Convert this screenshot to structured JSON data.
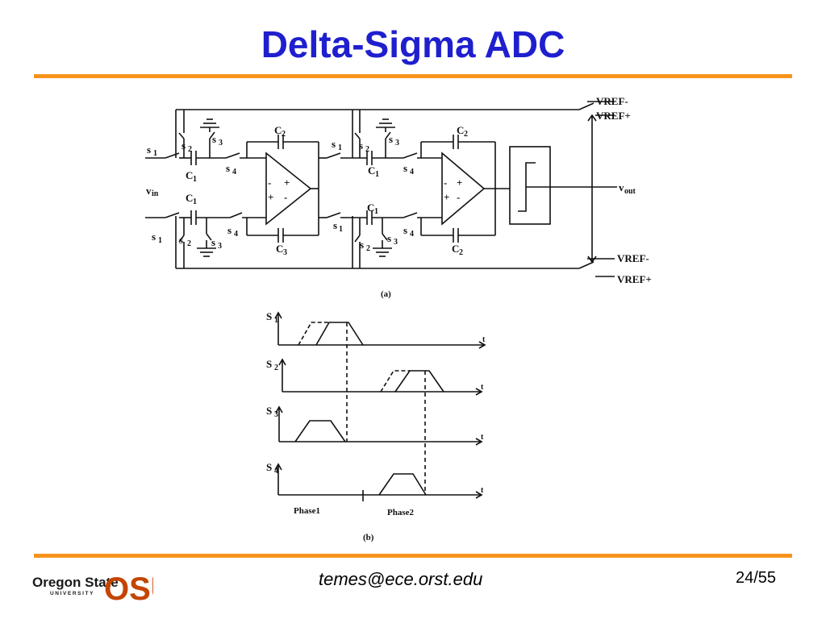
{
  "slide": {
    "title": "Delta-Sigma ADC",
    "footer_email": "temes@ece.orst.edu",
    "page_number": "24/55",
    "accent_color": "#f7941d",
    "title_color": "#1f1fcf"
  },
  "logo": {
    "text_oregon_state": "Oregon State",
    "text_university": "UNIVERSITY",
    "text_osu": "OSU",
    "osu_color": "#c34500"
  },
  "circuit": {
    "caption": "(a)",
    "vref_minus_top": "VREF-",
    "vref_plus_top": "VREF+",
    "vref_minus_bottom": "VREF-",
    "vref_plus_bottom": "VREF+",
    "vin": "v",
    "vin_sub": "in",
    "vout": "v",
    "vout_sub": "out",
    "s": "s",
    "c": "C",
    "n1": "1",
    "n2": "2",
    "n3": "3",
    "n4": "4",
    "plus": "+",
    "minus": "-"
  },
  "timing": {
    "caption": "(b)",
    "signals": [
      {
        "label": "S",
        "sub": "1"
      },
      {
        "label": "S",
        "sub": "2"
      },
      {
        "label": "S",
        "sub": "3"
      },
      {
        "label": "S",
        "sub": "4"
      }
    ],
    "axis_label": "t",
    "phase1": "Phase1",
    "phase2": "Phase2"
  }
}
